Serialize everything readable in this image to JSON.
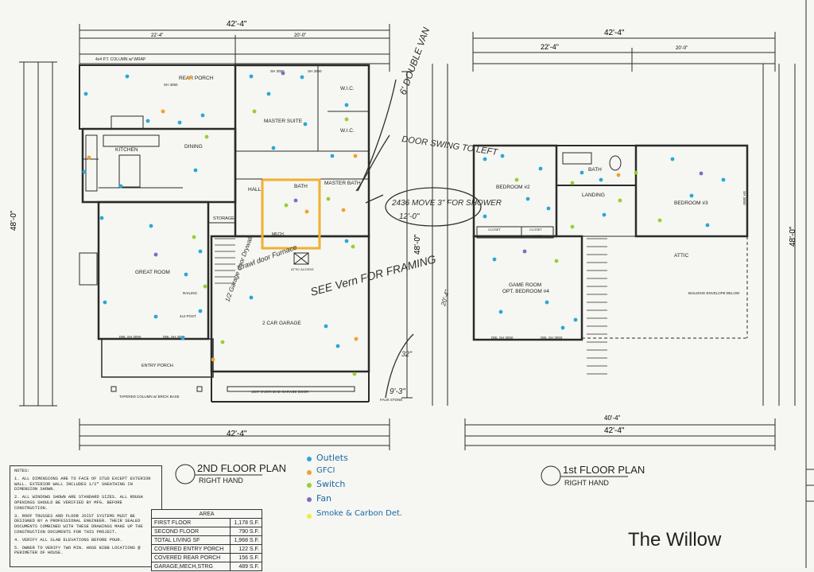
{
  "colors": {
    "line": "#2a2a2a",
    "outlet": "#2aa7d8",
    "gfci": "#f0a030",
    "switch": "#9acd32",
    "fan": "#7c6cc6",
    "smoke": "#ecec40",
    "highlight": "#f0b030",
    "pen": "#2f2f2f",
    "legend_ink": "#1a6aa8"
  },
  "dimensions": {
    "left_width": "42'-4\"",
    "left_sub_a": "22'-4\"",
    "left_sub_b": "20'-0\"",
    "left_depth": "48'-0\"",
    "right_width": "42'-4\"",
    "right_sub_a": "22'-4\"",
    "right_sub_b": "20'-0\"",
    "right_depth": "48'-0\"",
    "right_bottom": "40'-4\"",
    "middle_depth": "48'-0\""
  },
  "second_floor": {
    "title": "2ND FLOOR PLAN",
    "subtitle": "RIGHT HAND",
    "rooms": {
      "rear_porch": "REAR PORCH",
      "kitchen": "KITCHEN",
      "dining": "DINING",
      "master_suite": "MASTER SUITE",
      "wic1": "W.I.C.",
      "wic2": "W.I.C.",
      "hall": "HALL",
      "bath": "BATH",
      "master_bath": "MASTER BATH",
      "storage": "STORAGE",
      "great_room": "GREAT ROOM",
      "garage": "2 CAR GARAGE",
      "entry_porch": "ENTRY PORCH",
      "mech": "MECH.",
      "attic_access": "ATTIC ACCESS"
    },
    "labels": {
      "column": "4x4 P.T. COLUMN w/ WRAP",
      "garage_door": "16X7 OVERHEAD GARAGE DOOR",
      "tapered": "TAPERED COLUMN w/ BRICK BASE",
      "railing": "RAILING",
      "post": "4x4 POST",
      "faux_stone": "FAUX STONE",
      "w1": "SH 3050",
      "w2": "DBL SH 3050",
      "w3": "DBL SH 3050",
      "w4": "SH 3050",
      "w5": "SH 3050"
    }
  },
  "first_floor": {
    "title": "1st FLOOR PLAN",
    "subtitle": "RIGHT HAND",
    "rooms": {
      "bedroom2": "BEDROOM #2",
      "bath": "BATH",
      "landing": "LANDING",
      "bedroom3": "BEDROOM #3",
      "attic": "ATTIC",
      "game_room": "GAME ROOM",
      "opt_bedroom": "OPT. BEDROOM #4",
      "closet1": "CLOSET",
      "closet2": "CLOSET",
      "closet3": "CLOSET"
    },
    "labels": {
      "envelope": "BUILDING ENVELOPE BELOW",
      "w1": "DBL SH 3050",
      "w2": "DBL SH 3050",
      "w3": "SH 3050"
    }
  },
  "annotations": {
    "double_vanity": "6' DOUBLE VAN",
    "door_swing": "DOOR SWING TO LEFT",
    "move": "2436 MOVE 3\" FOR SHOWER",
    "dim_12": "12'-0\"",
    "crawl": "Crawl door Furnace",
    "half": "1/2 Garage door Drywall",
    "see_vern": "SEE Vern FOR FRAMING",
    "dim_32": "32\"",
    "dim_93": "9'-3\"",
    "dim_204": "20'-4\""
  },
  "legend": {
    "outlets": "Outlets",
    "gfci": "GFCI",
    "switch": "Switch",
    "fan": "Fan",
    "smoke": "Smoke & Carbon Det."
  },
  "notes": {
    "header": "NOTES:",
    "n1": "1. ALL DIMENSIONS ARE TO FACE OF STUD EXCEPT EXTERIOR WALL. EXTERIOR WALL INCLUDES 1/2\" SHEATHING IN DIMENSION SHOWN.",
    "n2": "2. ALL WINDOWS SHOWN ARE STANDARD SIZES. ALL ROUGH OPENINGS SHOULD BE VERIFIED BY MFG. BEFORE CONSTRUCTION.",
    "n3": "3. ROOF TRUSSES AND FLOOR JOIST SYSTEMS MUST BE DESIGNED BY A PROFESSIONAL ENGINEER. THEIR SEALED DOCUMENTS COMBINED WITH THESE DRAWINGS MAKE UP THE CONSTRUCTION DOCUMENTS FOR THIS PROJECT.",
    "n4": "4. VERIFY ALL SLAB ELEVATIONS BEFORE POUR.",
    "n5": "5. OWNER TO VERIFY TWO MIN. HOSE BIBB LOCATIONS @ PERIMETER OF HOUSE."
  },
  "area": {
    "title": "AREA",
    "rows": [
      {
        "label": "FIRST FLOOR",
        "value": "1,178 S.F."
      },
      {
        "label": "SECOND FLOOR",
        "value": "790 S.F."
      },
      {
        "label": "TOTAL LIVING SF",
        "value": "1,968 S.F."
      },
      {
        "label": "COVERED ENTRY PORCH",
        "value": "122 S.F."
      },
      {
        "label": "COVERED REAR PORCH",
        "value": "156 S.F."
      },
      {
        "label": "GARAGE,MECH,STRG",
        "value": "489 S.F."
      }
    ]
  },
  "project_name": "The Willow"
}
